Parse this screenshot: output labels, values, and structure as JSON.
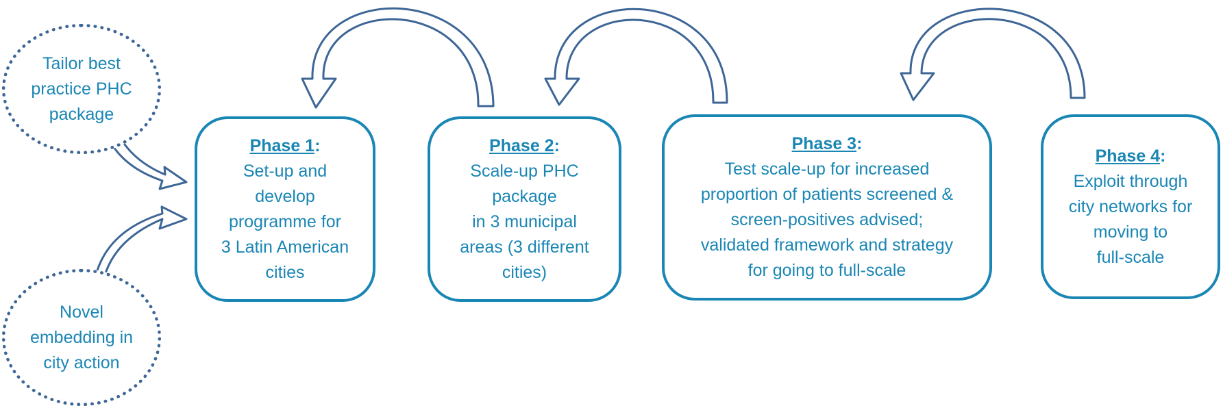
{
  "inputs": [
    {
      "text": "Tailor best\npractice PHC\npackage"
    },
    {
      "text": "Novel\nembedding in\ncity action"
    }
  ],
  "phases": [
    {
      "name": "Phase 1",
      "sep": ":",
      "body": "Set-up and\ndevelop\nprogramme for\n3 Latin American\ncities"
    },
    {
      "name": "Phase 2",
      "sep": ":",
      "body": "Scale-up PHC\npackage\nin 3 municipal\nareas (3 different\ncities)"
    },
    {
      "name": "Phase 3",
      "sep": ":",
      "body": "Test scale-up for increased\nproportion of patients screened &\nscreen-positives advised;\nvalidated framework and strategy\nfor going to full-scale"
    },
    {
      "name": "Phase 4",
      "sep": ":",
      "body": "Exploit through\ncity networks for\nmoving to\nfull-scale"
    }
  ],
  "colors": {
    "text": "#1a86b4",
    "box_border": "#1a86b4",
    "arrow": "#3d6696",
    "dotted": "#3d6696"
  }
}
